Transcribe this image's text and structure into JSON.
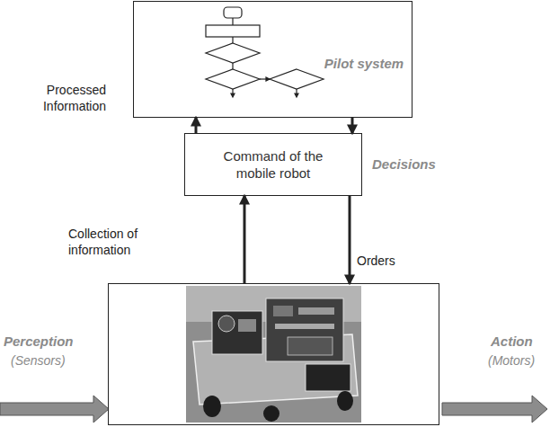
{
  "diagram": {
    "nodes": [
      {
        "text": [
          "Pilot system"
        ]
      },
      {
        "text": [
          "Command of the mobile robot"
        ]
      },
      {
        "text": []
      }
    ],
    "edges": [
      {
        "from": 1,
        "to": 0,
        "arrow": "to",
        "label": "Processed Information"
      },
      {
        "from": 0,
        "to": 1,
        "arrow": "to"
      },
      {
        "from": 2,
        "to": 1,
        "arrow": "to",
        "label": "Collection of information"
      },
      {
        "from": 1,
        "to": 2,
        "arrow": "to",
        "label": "Orders"
      }
    ],
    "labels": [
      "Decisions",
      "Perception",
      "(Sensors)",
      "Action",
      "(Motors)"
    ]
  }
}
